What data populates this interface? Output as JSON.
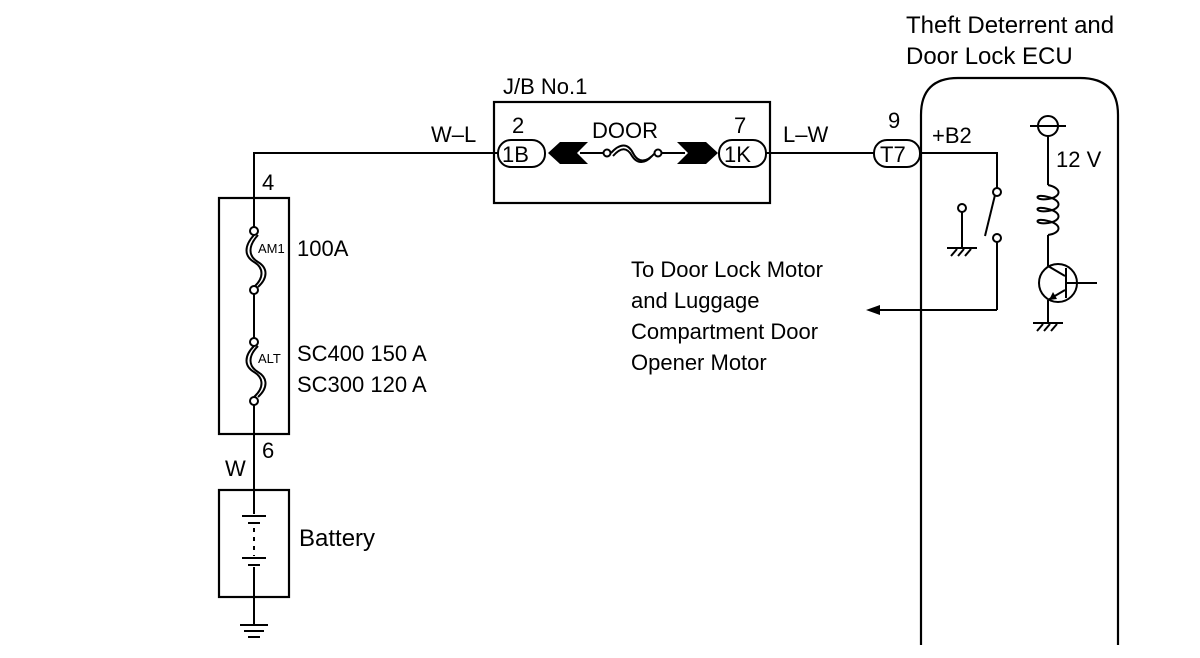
{
  "ecu": {
    "title_line1": "Theft Deterrent and",
    "title_line2": "Door Lock ECU",
    "supply_label": "+B2",
    "voltage_label": "12 V"
  },
  "junction_block": {
    "title": "J/B No.1",
    "fuse_label": "DOOR",
    "left_pin": "2",
    "left_connector": "1B",
    "right_pin": "7",
    "right_connector": "1K"
  },
  "wires": {
    "left": "W–L",
    "right": "L–W",
    "battery": "W"
  },
  "ecu_connector": {
    "pin": "9",
    "name": "T7"
  },
  "fusible_block": {
    "top_pin": "4",
    "bottom_pin": "6",
    "am1_tag": "AM1",
    "am1_rating": "100A",
    "alt_tag": "ALT",
    "alt_rating_1": "SC400  150 A",
    "alt_rating_2": "SC300  120 A"
  },
  "battery": {
    "label": "Battery"
  },
  "note": {
    "line1": "To Door Lock Motor",
    "line2": "and Luggage",
    "line3": "Compartment Door",
    "line4": "Opener Motor"
  }
}
